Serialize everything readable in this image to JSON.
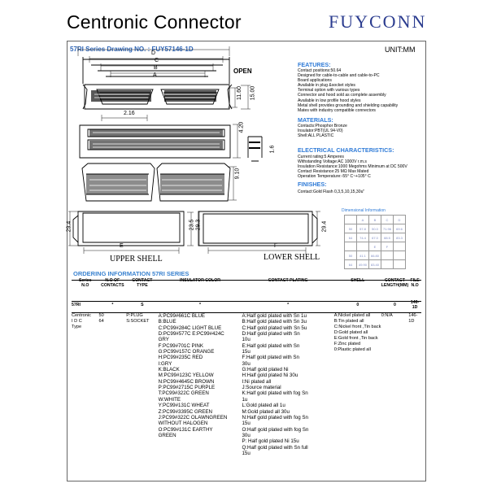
{
  "header": {
    "title": "Centronic Connector",
    "brand": "FUYCONN",
    "series": "57RI Series    Drawing NO. : FUY57146-1D",
    "unit": "UNIT:MM"
  },
  "drawing": {
    "open_label": "OPEN",
    "dim_letters": [
      "D",
      "C",
      "B",
      "A",
      "E",
      "F"
    ],
    "dims": [
      "11.60",
      "15.00",
      "2.16",
      "4.20",
      "1.6",
      "9.10",
      "29.4",
      "23.5",
      "29.3",
      "29.4"
    ],
    "upper_shell": "UPPER SHELL",
    "lower_shell": "LOWER SHELL"
  },
  "features": {
    "heading": "FEATURES:",
    "items": [
      "Contact positions:50.64",
      "Designed for cable-to-cable and cable-to-PC",
      "Board applications",
      "Available in plug &socket styles",
      "Terminal option with various types",
      "Connector and hood sold as complete assembly",
      "Available in low profile hood styles",
      "Metal shell provides grounding and shielding capability",
      "Mates with industry compatible connectors"
    ]
  },
  "materials": {
    "heading": "MATERIALS:",
    "items": [
      "Contacts:Phosphor Bronze",
      "Insulator:PBT(UL 94-V0)",
      "Shell:ALL PLASTIC"
    ]
  },
  "electrical": {
    "heading": "ELECTRICAL CHARACTERISTICS:",
    "items": [
      "Current rating:5 Amperes",
      "Withstanding Voltage:AC 1000V r.m.s",
      "Insulation Resistance:1000  Megohms Minimum at DC 500V",
      "Contact Resistance:25 MΩ  Max Mated",
      "Operation Temperature:-55° C~+105° C"
    ]
  },
  "finishes": {
    "heading": "FINISHES:",
    "items": [
      "Contact:Gold Flash 0,3,5,10,15,30u\""
    ]
  },
  "dimension_table": {
    "title": "Dimensional Information",
    "headers": [
      "",
      "A",
      "B",
      "C",
      "D"
    ],
    "rows": [
      [
        "50",
        "57.8",
        "50.0",
        "71.96",
        "69.6"
      ],
      [
        "64",
        "74.4",
        "67.0",
        "88.5",
        "83.3"
      ],
      [
        "",
        "",
        "E",
        "F",
        ""
      ],
      [
        "50",
        "41.1",
        "66.80",
        "",
        ""
      ],
      [
        "64",
        "49.90",
        "83.40",
        "",
        ""
      ]
    ]
  },
  "ordering": {
    "title": "ORDERING INFORMATION 57RI SERIES",
    "columns": [
      "Series\nN.O",
      "N.O OF\nCONTACTS",
      "CONTACT\nTYPE",
      "INSULATOR COLOR",
      "CONTACT PLATING",
      "SHELL",
      "CONTACT\nLENGTH(MM)",
      "FILE\nN.O"
    ],
    "sample": [
      "57RI",
      "*",
      "S",
      "*",
      "*",
      "0",
      "0",
      "146-1D"
    ],
    "body": {
      "series": "Centronic\nI D C\nType",
      "contacts": "50\n64",
      "type": "P:PLUG\nS:SOCKET",
      "insulator": "A:PC99#661C BLUE\nB:BLUE\nC:PC99#284C LIGHT BLUE\nD:PC99#577C E:PC99#424C\nGRY\nF:PC99#701C PINK\nG:PC99#157C ORANGE\nH:PC99#235C RED\nI:GRY\nK:BLACK\nM:PC99#123C  YELLOW\nN:PC99#4645C BROWN\nP:PC99#2715C PURPLE\nT:PC99#322C GREEN\nW:WHITE\nY:PC99#131C WHEAT\nZ:PC99#3395C GREEN\nJ:PC99#322C OLAWNGREEN\nWITHOUT HALOGEN\nO:PC99#131C EARTHY\nGREEN",
      "plating": "A:Half gold plated with Sn 1u\nB:Half gold plated with Sn 3u\nC:Half gold plated with Sn 5u\nD:Half gold plated with Sn\n10u\nE:Half gold plated with Sn\n15u\nF:Half gold plated with Sn\n30u\nG:Half gold plated Ni\nH:Half gold plated Ni 30u\nI:Ni plated all\nJ:Source material\nK:Half gold plated with fog Sn\n1u\nL:Gold plated all 1u\nM:Gold plated all 30u\nN:Half gold plated with fog Sn\n15u\nO:Half gold plated with fog Sn\n30u\nP:  Half gold plated Ni 15u\nQ:Half gold plated with Sn full\n15u",
      "shell": "A:Nickel plated all\nB:Tin plated all\nC:Nickel front ,Tin back\nD:Gold plated all\nE:Gold front ,Tin back\nF:Zinc plated\n0:Plastic plated all",
      "length": "0:N/A",
      "file": "146-1D"
    }
  }
}
